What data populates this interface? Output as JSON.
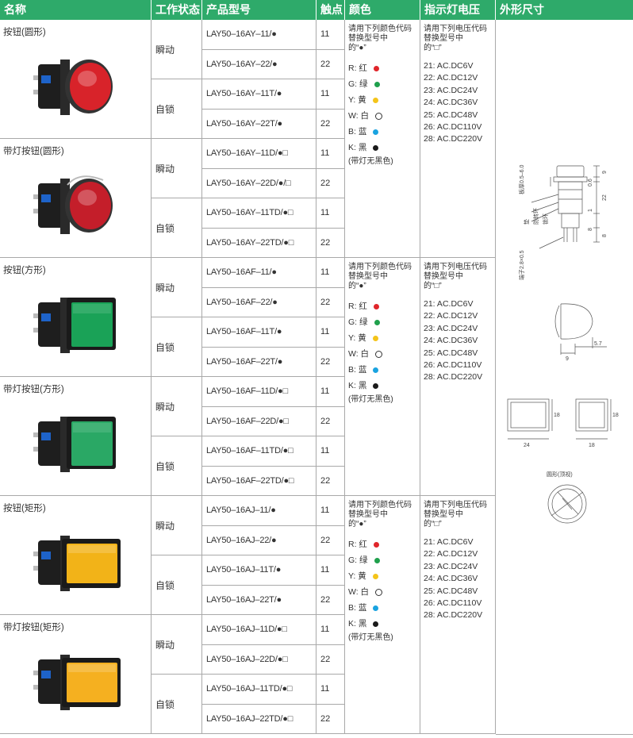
{
  "headers": {
    "name": "名称",
    "mode": "工作状态",
    "model": "产品型号",
    "contact": "触点",
    "color": "颜色",
    "voltage": "指示灯电压",
    "dims": "外形尺寸"
  },
  "products": [
    {
      "name": "按钮(圆形)",
      "shape": "round",
      "lamp": false,
      "color": "#d8232a",
      "groups": [
        {
          "mode": "瞬动",
          "rows": [
            {
              "model": "LAY50–16AY–11/●",
              "contact": "11"
            },
            {
              "model": "LAY50–16AY–22/●",
              "contact": "22"
            }
          ]
        },
        {
          "mode": "自锁",
          "rows": [
            {
              "model": "LAY50–16AY–11T/●",
              "contact": "11"
            },
            {
              "model": "LAY50–16AY–22T/●",
              "contact": "22"
            }
          ]
        }
      ]
    },
    {
      "name": "带灯按钮(圆形)",
      "shape": "round",
      "lamp": true,
      "color": "#c41e2a",
      "groups": [
        {
          "mode": "瞬动",
          "rows": [
            {
              "model": "LAY50–16AY–11D/●□",
              "contact": "11"
            },
            {
              "model": "LAY50–16AY–22D/●/□",
              "contact": "22"
            }
          ]
        },
        {
          "mode": "自锁",
          "rows": [
            {
              "model": "LAY50–16AY–11TD/●□",
              "contact": "11"
            },
            {
              "model": "LAY50–16AY–22TD/●□",
              "contact": "22"
            }
          ]
        }
      ]
    },
    {
      "name": "按钮(方形)",
      "shape": "square",
      "lamp": false,
      "color": "#1aa257",
      "groups": [
        {
          "mode": "瞬动",
          "rows": [
            {
              "model": "LAY50–16AF–11/●",
              "contact": "11"
            },
            {
              "model": "LAY50–16AF–22/●",
              "contact": "22"
            }
          ]
        },
        {
          "mode": "自锁",
          "rows": [
            {
              "model": "LAY50–16AF–11T/●",
              "contact": "11"
            },
            {
              "model": "LAY50–16AF–22T/●",
              "contact": "22"
            }
          ]
        }
      ]
    },
    {
      "name": "带灯按钮(方形)",
      "shape": "square",
      "lamp": true,
      "color": "#2aa865",
      "groups": [
        {
          "mode": "瞬动",
          "rows": [
            {
              "model": "LAY50–16AF–11D/●□",
              "contact": "11"
            },
            {
              "model": "LAY50–16AF–22D/●□",
              "contact": "22"
            }
          ]
        },
        {
          "mode": "自锁",
          "rows": [
            {
              "model": "LAY50–16AF–11TD/●□",
              "contact": "11"
            },
            {
              "model": "LAY50–16AF–22TD/●□",
              "contact": "22"
            }
          ]
        }
      ]
    },
    {
      "name": "按钮(矩形)",
      "shape": "rect",
      "lamp": false,
      "color": "#f2b318",
      "groups": [
        {
          "mode": "瞬动",
          "rows": [
            {
              "model": "LAY50–16AJ–11/●",
              "contact": "11"
            },
            {
              "model": "LAY50–16AJ–22/●",
              "contact": "22"
            }
          ]
        },
        {
          "mode": "自锁",
          "rows": [
            {
              "model": "LAY50–16AJ–11T/●",
              "contact": "11"
            },
            {
              "model": "LAY50–16AJ–22T/●",
              "contact": "22"
            }
          ]
        }
      ]
    },
    {
      "name": "带灯按钮(矩形)",
      "shape": "rect",
      "lamp": true,
      "color": "#f5b020",
      "groups": [
        {
          "mode": "瞬动",
          "rows": [
            {
              "model": "LAY50–16AJ–11D/●□",
              "contact": "11"
            },
            {
              "model": "LAY50–16AJ–22D/●□",
              "contact": "22"
            }
          ]
        },
        {
          "mode": "自锁",
          "rows": [
            {
              "model": "LAY50–16AJ–11TD/●□",
              "contact": "11"
            },
            {
              "model": "LAY50–16AJ–22TD/●□",
              "contact": "22"
            }
          ]
        }
      ]
    }
  ],
  "color_info": {
    "intro": [
      "请用下列颜色代码",
      "替换型号中",
      "的“●”"
    ],
    "options": [
      {
        "code": "R: 红",
        "swatch": "#e0262b",
        "hollow": false
      },
      {
        "code": "G: 绿",
        "swatch": "#1fa04c",
        "hollow": false
      },
      {
        "code": "Y: 黄",
        "swatch": "#f4c41a",
        "hollow": false
      },
      {
        "code": "W: 白",
        "swatch": "#ffffff",
        "hollow": true
      },
      {
        "code": "B: 蓝",
        "swatch": "#1aa3e0",
        "hollow": false
      },
      {
        "code": "K: 黑",
        "swatch": "#1a1a1a",
        "hollow": false
      }
    ],
    "note": "(带灯无黑色)"
  },
  "voltage_info": {
    "intro": [
      "请用下列电压代码",
      "替换型号中",
      "的“□”"
    ],
    "options": [
      "21: AC.DC6V",
      "22: AC.DC12V",
      "23: AC.DC24V",
      "24: AC.DC36V",
      "25: AC.DC48V",
      "26: AC.DC110V",
      "28: AC.DC220V"
    ]
  },
  "dims": {
    "side": {
      "panel": "板厚0.5–6.0",
      "pad": "垫",
      "ring": "防转环",
      "nut": "锁环",
      "term": "端子2.8×0.5",
      "v1": "9",
      "v2": "0.6",
      "v3": "22",
      "v4": "1",
      "v5": "8",
      "v6": "8"
    },
    "profile": {
      "w1": "5.7",
      "w2": "9"
    },
    "square": {
      "w": "24",
      "h1": "18",
      "h2": "18",
      "w2": "18"
    },
    "round_top": {
      "label": "圆形(顶视)"
    }
  }
}
